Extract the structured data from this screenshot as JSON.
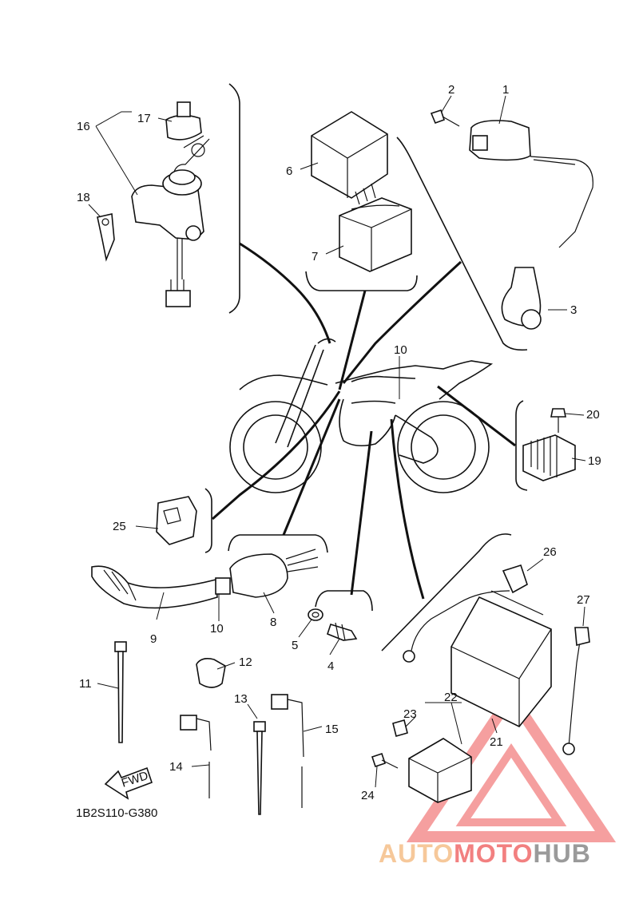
{
  "diagram": {
    "code": "1B2S110-G380",
    "fwd_label": "FWD",
    "callouts": [
      {
        "id": "c1",
        "text": "1"
      },
      {
        "id": "c2",
        "text": "2"
      },
      {
        "id": "c3",
        "text": "3"
      },
      {
        "id": "c4",
        "text": "4"
      },
      {
        "id": "c5",
        "text": "5"
      },
      {
        "id": "c6",
        "text": "6"
      },
      {
        "id": "c7",
        "text": "7"
      },
      {
        "id": "c8",
        "text": "8"
      },
      {
        "id": "c9",
        "text": "9"
      },
      {
        "id": "c10a",
        "text": "10"
      },
      {
        "id": "c10b",
        "text": "10"
      },
      {
        "id": "c11",
        "text": "11"
      },
      {
        "id": "c12",
        "text": "12"
      },
      {
        "id": "c13",
        "text": "13"
      },
      {
        "id": "c14",
        "text": "14"
      },
      {
        "id": "c15",
        "text": "15"
      },
      {
        "id": "c16",
        "text": "16"
      },
      {
        "id": "c17",
        "text": "17"
      },
      {
        "id": "c18",
        "text": "18"
      },
      {
        "id": "c19",
        "text": "19"
      },
      {
        "id": "c20",
        "text": "20"
      },
      {
        "id": "c21",
        "text": "21"
      },
      {
        "id": "c22",
        "text": "22"
      },
      {
        "id": "c23",
        "text": "23"
      },
      {
        "id": "c24",
        "text": "24"
      },
      {
        "id": "c25",
        "text": "25"
      },
      {
        "id": "c26",
        "text": "26"
      },
      {
        "id": "c27",
        "text": "27"
      }
    ]
  },
  "watermark": {
    "part1": "AUTO",
    "part2": "MOTO",
    "part3": "HUB",
    "color_light": "#f6c89a",
    "color_red": "#f28080",
    "color_gray": "#9a9a9a"
  }
}
